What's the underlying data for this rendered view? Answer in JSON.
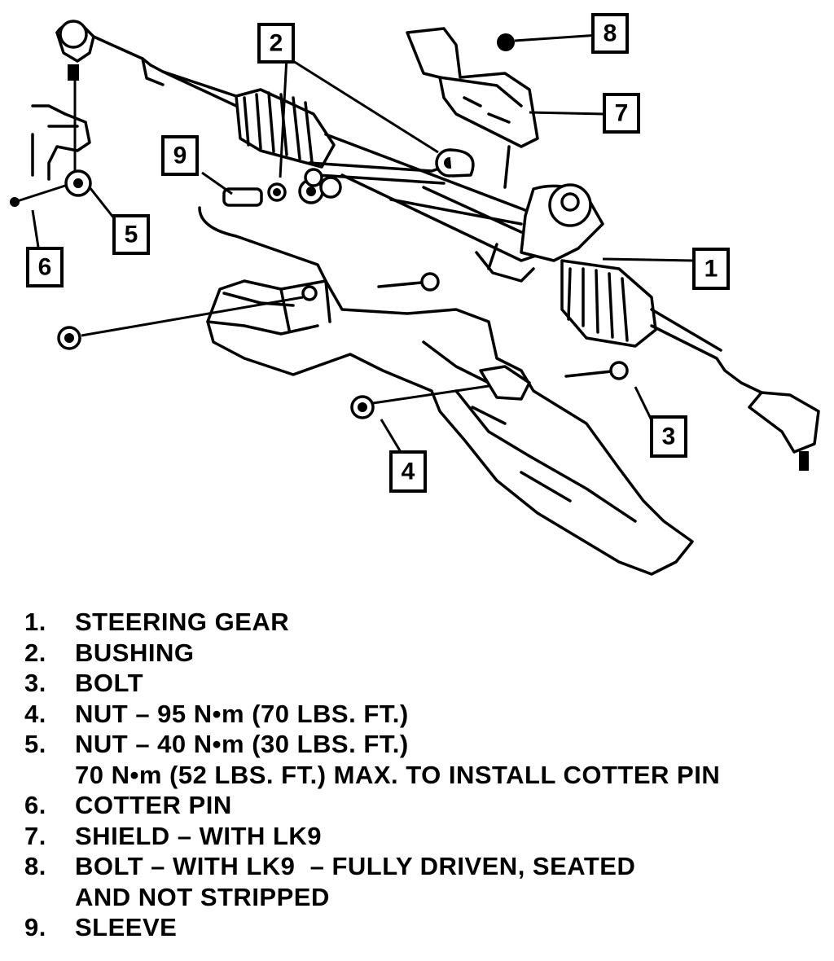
{
  "callouts": [
    "1",
    "2",
    "3",
    "4",
    "5",
    "6",
    "7",
    "8",
    "9"
  ],
  "legend": [
    {
      "num": "1.",
      "text": "STEERING GEAR"
    },
    {
      "num": "2.",
      "text": "BUSHING"
    },
    {
      "num": "3.",
      "text": "BOLT"
    },
    {
      "num": "4.",
      "text": "NUT – 95 N•m (70 LBS. FT.)"
    },
    {
      "num": "5.",
      "text": "NUT – 40 N•m (30 LBS. FT.)\n70 N•m (52 LBS. FT.) MAX. TO INSTALL COTTER PIN"
    },
    {
      "num": "6.",
      "text": "COTTER PIN"
    },
    {
      "num": "7.",
      "text": "SHIELD – WITH LK9"
    },
    {
      "num": "8.",
      "text": "BOLT – WITH LK9  – FULLY DRIVEN, SEATED\nAND NOT STRIPPED"
    },
    {
      "num": "9.",
      "text": "SLEEVE"
    }
  ]
}
